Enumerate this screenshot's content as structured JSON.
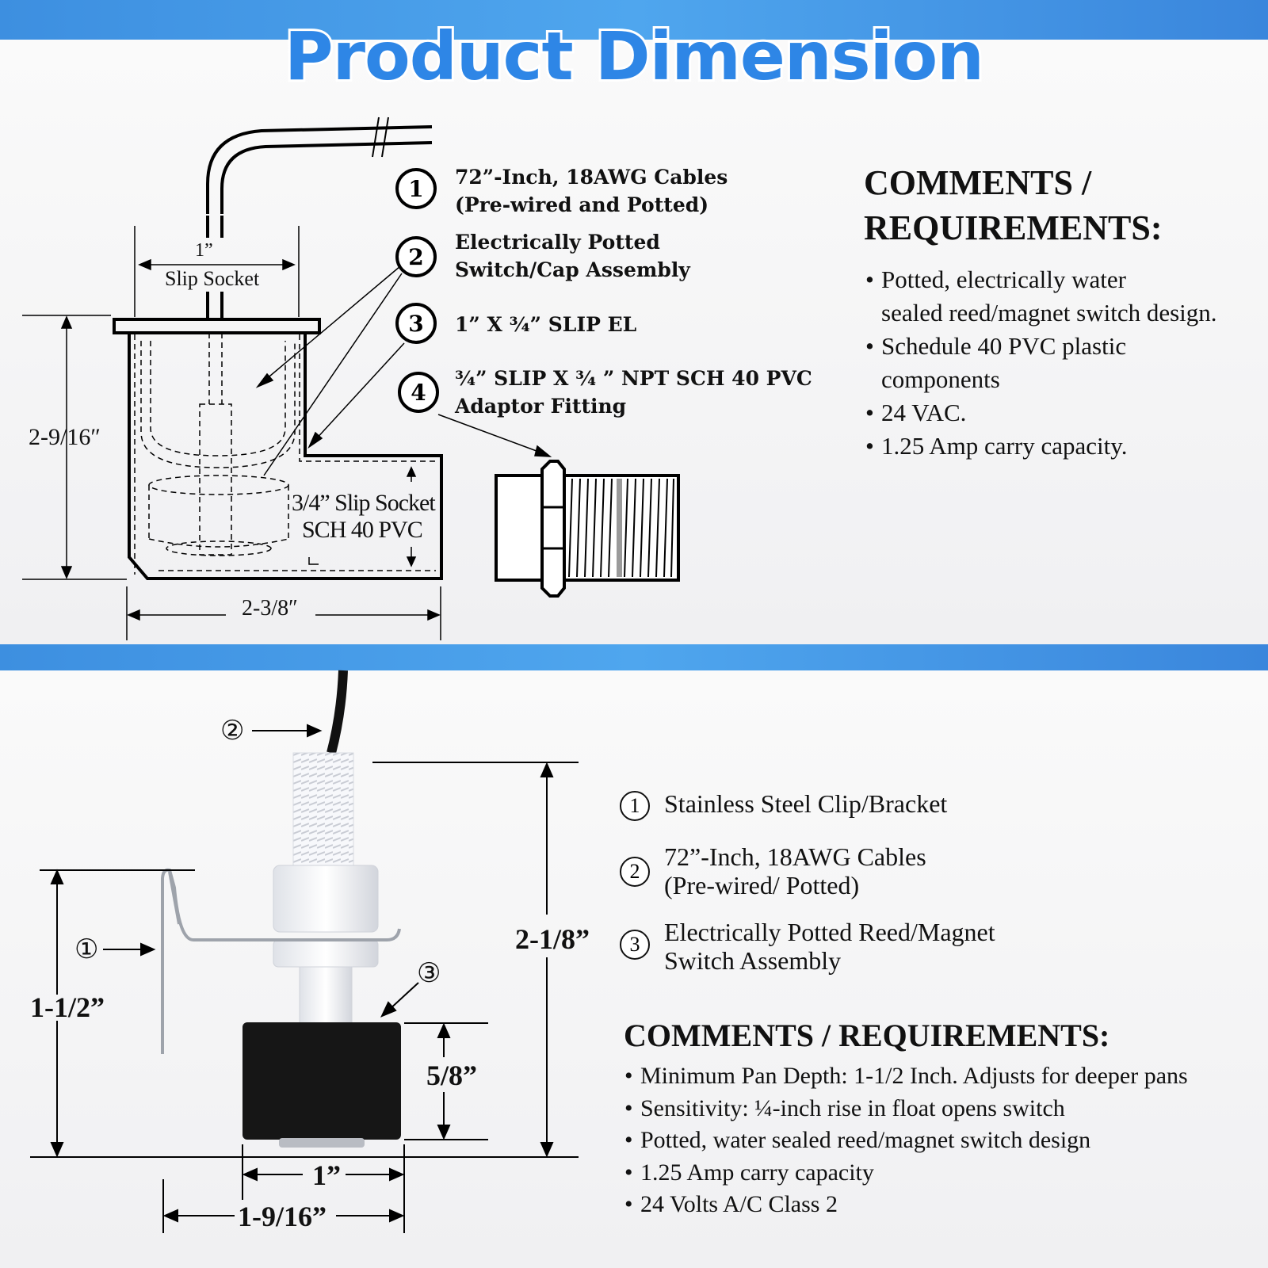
{
  "title": "Product Dimension",
  "colors": {
    "band": "#3d8fe0",
    "title": "#2e86e6"
  },
  "top": {
    "dimensions": {
      "socket_1_a": "1”",
      "socket_1_b": "Slip Socket",
      "height": "2-9/16″",
      "width": "2-3/8″",
      "slip_34_a": "3/4” Slip Socket",
      "slip_34_b": "SCH 40 PVC"
    },
    "callouts": [
      {
        "num": "1",
        "text": "72”-Inch, 18AWG Cables\n(Pre-wired and Potted)"
      },
      {
        "num": "2",
        "text": "Electrically Potted\nSwitch/Cap Assembly"
      },
      {
        "num": "3",
        "text": "1” X ¾” SLIP EL"
      },
      {
        "num": "4",
        "text": "¾” SLIP X ¾ ” NPT SCH 40 PVC\nAdaptor Fitting"
      }
    ],
    "heading": "COMMENTS /\nREQUIREMENTS:",
    "requirements": [
      "Potted, electrically water\nsealed reed/magnet switch design.",
      "Schedule 40 PVC plastic\ncomponents",
      "24 VAC.",
      "1.25 Amp carry capacity."
    ]
  },
  "bottom": {
    "markers": {
      "m1": "①",
      "m2": "②",
      "m3": "③"
    },
    "dimensions": {
      "total_height": "2-1/8”",
      "pan_depth": "1-1/2”",
      "float_height": "5/8”",
      "float_width": "1”",
      "clip_width": "1-9/16”"
    },
    "legend": [
      {
        "num": "1",
        "text": "Stainless Steel Clip/Bracket"
      },
      {
        "num": "2",
        "text": "72”-Inch, 18AWG Cables\n(Pre-wired/ Potted)"
      },
      {
        "num": "3",
        "text": "Electrically Potted Reed/Magnet\nSwitch Assembly"
      }
    ],
    "heading": "COMMENTS / REQUIREMENTS:",
    "requirements": [
      "Minimum Pan Depth: 1-1/2 Inch. Adjusts for deeper pans",
      "Sensitivity: ¼-inch rise in float opens switch",
      "Potted, water sealed reed/magnet switch design",
      "1.25 Amp carry capacity",
      "24 Volts A/C Class 2"
    ]
  }
}
